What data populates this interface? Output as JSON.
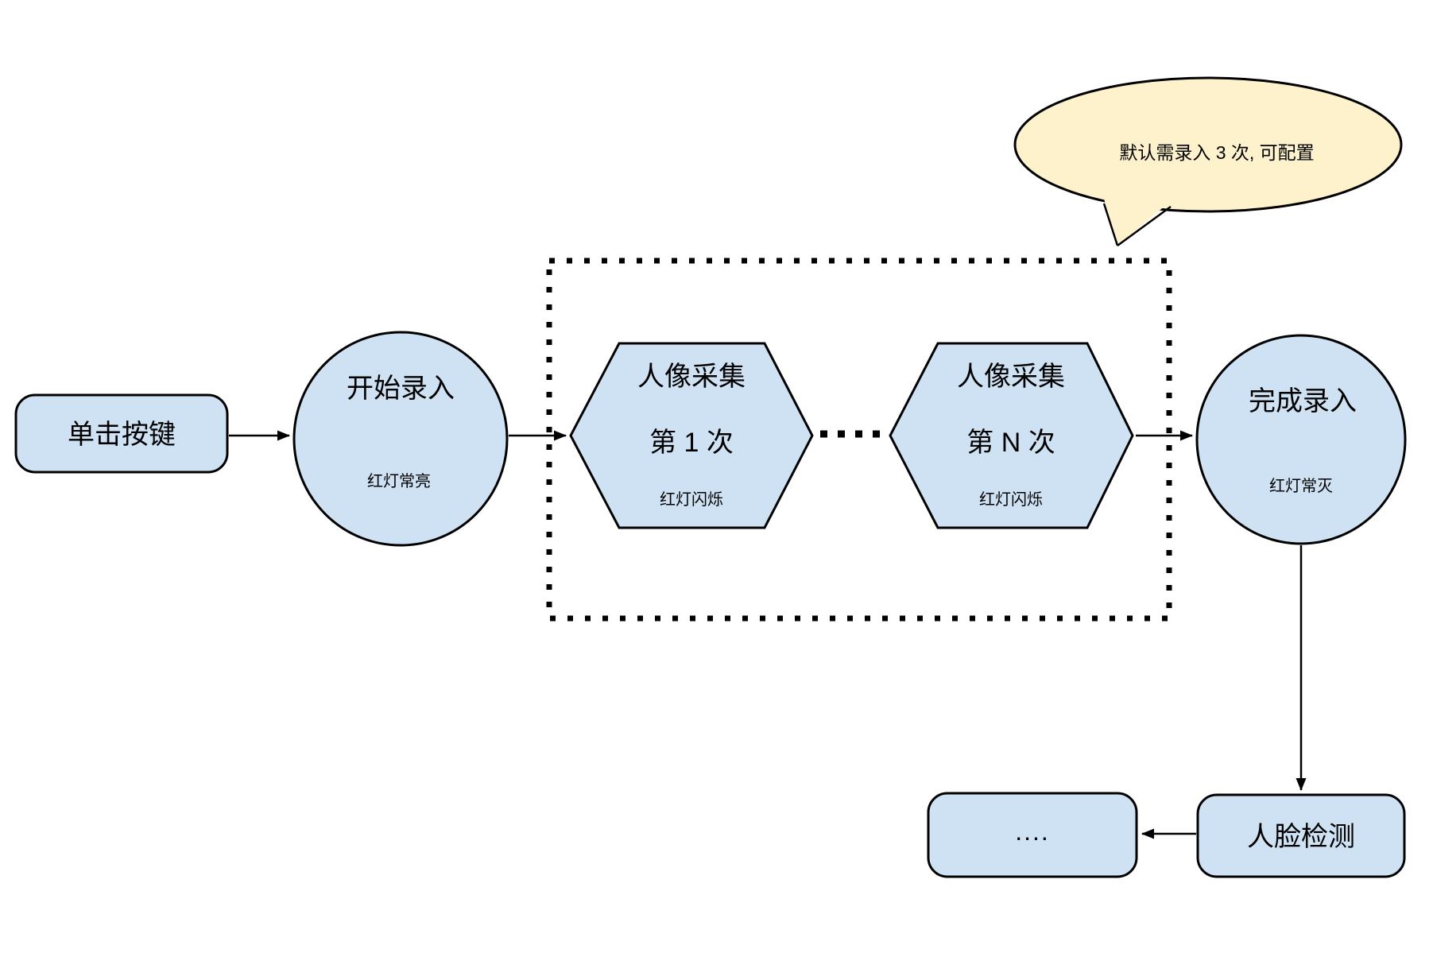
{
  "diagram": {
    "background": "#ffffff",
    "colors": {
      "node_fill": "#cfe2f3",
      "callout_fill": "#fdf2cc",
      "stroke": "#000000"
    },
    "nodes": {
      "click_button": {
        "shape": "rounded-rect",
        "label": "单击按键"
      },
      "start_entry": {
        "shape": "circle",
        "label": "开始录入",
        "status": "红灯常亮"
      },
      "capture_first": {
        "shape": "hexagon",
        "label": "人像采集",
        "label_line2": "第 1 次",
        "status": "红灯闪烁"
      },
      "capture_nth": {
        "shape": "hexagon",
        "label": "人像采集",
        "label_line2": "第 N 次",
        "status": "红灯闪烁"
      },
      "finish_entry": {
        "shape": "circle",
        "label": "完成录入",
        "status": "红灯常灭"
      },
      "face_detection": {
        "shape": "rounded-rect",
        "label": "人脸检测"
      },
      "ellipsis": {
        "shape": "rounded-rect",
        "label": "...."
      }
    },
    "callout": {
      "text": "默认需录入 3 次, 可配置"
    },
    "edges": [
      {
        "from": "click_button",
        "to": "start_entry",
        "style": "solid-arrow"
      },
      {
        "from": "start_entry",
        "to": "capture_first",
        "style": "solid-arrow"
      },
      {
        "from": "capture_first",
        "to": "capture_nth",
        "style": "dotted-line"
      },
      {
        "from": "capture_nth",
        "to": "finish_entry",
        "style": "solid-arrow"
      },
      {
        "from": "finish_entry",
        "to": "face_detection",
        "style": "solid-arrow"
      },
      {
        "from": "face_detection",
        "to": "ellipsis",
        "style": "solid-arrow"
      }
    ],
    "loop_group": {
      "style": "dotted-rect",
      "contains": [
        "capture_first",
        "capture_nth"
      ]
    }
  }
}
